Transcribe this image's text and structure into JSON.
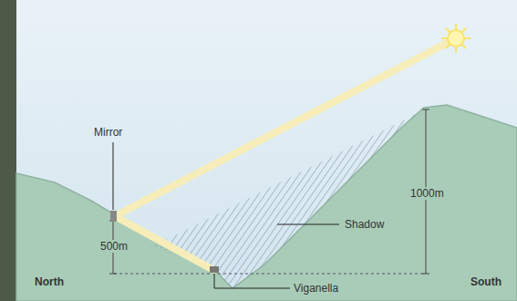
{
  "diagram": {
    "labels": [
      "Mirror",
      "500m",
      "Shadow",
      "1000m",
      "North",
      "Viganella",
      "South"
    ]
  }
}
